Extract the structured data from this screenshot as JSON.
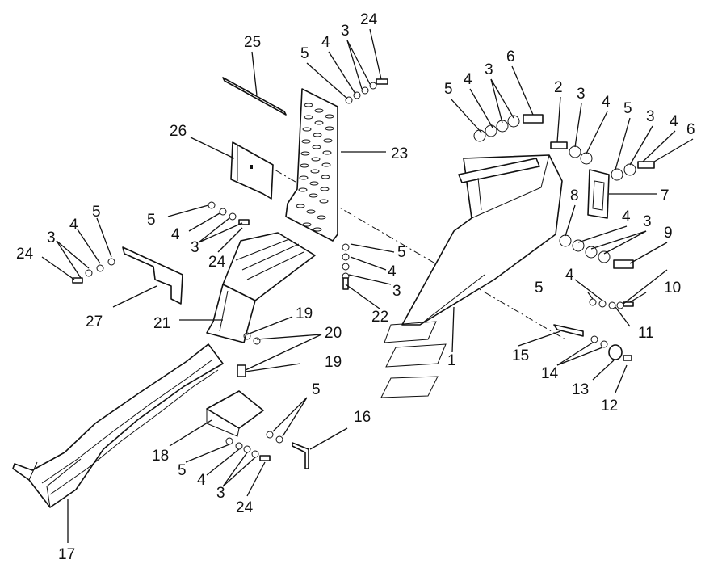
{
  "diagram": {
    "labels": [
      {
        "id": "l25",
        "text": "25"
      },
      {
        "id": "l5a",
        "text": "5"
      },
      {
        "id": "l4a",
        "text": "4"
      },
      {
        "id": "l3a",
        "text": "3"
      },
      {
        "id": "l24a",
        "text": "24"
      },
      {
        "id": "l5b",
        "text": "5"
      },
      {
        "id": "l4b",
        "text": "4"
      },
      {
        "id": "l3b",
        "text": "3"
      },
      {
        "id": "l6a",
        "text": "6"
      },
      {
        "id": "l2",
        "text": "2"
      },
      {
        "id": "l3c",
        "text": "3"
      },
      {
        "id": "l4c",
        "text": "4"
      },
      {
        "id": "l5c",
        "text": "5"
      },
      {
        "id": "l3d",
        "text": "3"
      },
      {
        "id": "l4d",
        "text": "4"
      },
      {
        "id": "l6b",
        "text": "6"
      },
      {
        "id": "l26",
        "text": "26"
      },
      {
        "id": "l23",
        "text": "23"
      },
      {
        "id": "l7",
        "text": "7"
      },
      {
        "id": "l8",
        "text": "8"
      },
      {
        "id": "l4e",
        "text": "4"
      },
      {
        "id": "l3e",
        "text": "3"
      },
      {
        "id": "l9",
        "text": "9"
      },
      {
        "id": "l5d",
        "text": "5"
      },
      {
        "id": "l4f",
        "text": "4"
      },
      {
        "id": "l3f",
        "text": "3"
      },
      {
        "id": "l24b",
        "text": "24"
      },
      {
        "id": "l5e",
        "text": "5"
      },
      {
        "id": "l4g",
        "text": "4"
      },
      {
        "id": "l24c",
        "text": "24"
      },
      {
        "id": "l5f",
        "text": "5"
      },
      {
        "id": "l4h",
        "text": "4"
      },
      {
        "id": "l3g",
        "text": "3"
      },
      {
        "id": "l22",
        "text": "22"
      },
      {
        "id": "l3h",
        "text": "3"
      },
      {
        "id": "l5g",
        "text": "5"
      },
      {
        "id": "l4i",
        "text": "4"
      },
      {
        "id": "l10",
        "text": "10"
      },
      {
        "id": "l11",
        "text": "11"
      },
      {
        "id": "l27",
        "text": "27"
      },
      {
        "id": "l21",
        "text": "21"
      },
      {
        "id": "l19a",
        "text": "19"
      },
      {
        "id": "l20",
        "text": "20"
      },
      {
        "id": "l19b",
        "text": "19"
      },
      {
        "id": "l1",
        "text": "1"
      },
      {
        "id": "l15",
        "text": "15"
      },
      {
        "id": "l14",
        "text": "14"
      },
      {
        "id": "l13",
        "text": "13"
      },
      {
        "id": "l12",
        "text": "12"
      },
      {
        "id": "l5h",
        "text": "5"
      },
      {
        "id": "l16",
        "text": "16"
      },
      {
        "id": "l18",
        "text": "18"
      },
      {
        "id": "l5i",
        "text": "5"
      },
      {
        "id": "l4j",
        "text": "4"
      },
      {
        "id": "l3i",
        "text": "3"
      },
      {
        "id": "l24d",
        "text": "24"
      },
      {
        "id": "l17",
        "text": "17"
      }
    ]
  }
}
